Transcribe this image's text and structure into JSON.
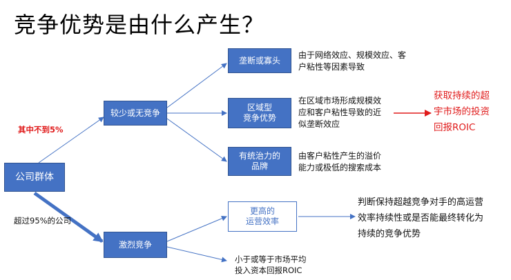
{
  "title": "竞争优势是由什么产生？",
  "nodes": {
    "group": "公司群体",
    "less_competition": "较少或无竞争",
    "fierce_competition": "激烈竞争",
    "monopoly": "垄断或寡头",
    "regional": "区域型\n竞争优势",
    "brand": "有统治力的\n品牌",
    "efficiency": "更高的\n运营效率"
  },
  "edge_labels": {
    "less_share": "其中不到5%",
    "more_share": "超过95%的公司"
  },
  "descriptions": {
    "monopoly": "由于网络效应、规模效应、客\n户粘性等因素导致",
    "regional": "在区域市场形成规模效\n应和客户粘性导致的近\n似垄断效应",
    "brand": "由客户粘性产生的溢价\n能力或极低的搜索成本",
    "efficiency": "判断保持超越竞争对手的高运营\n效率持续性或是否能最终转化为\n持续的竞争优势",
    "fierce_result": "小于或等于市场平均\n投入资本回报ROIC"
  },
  "outcome": "获取持续的超\n宇市场的投资\n回报ROIC",
  "colors": {
    "box_fill": "#4472c4",
    "arrow": "#4472c4",
    "highlight": "#e01b1b"
  }
}
